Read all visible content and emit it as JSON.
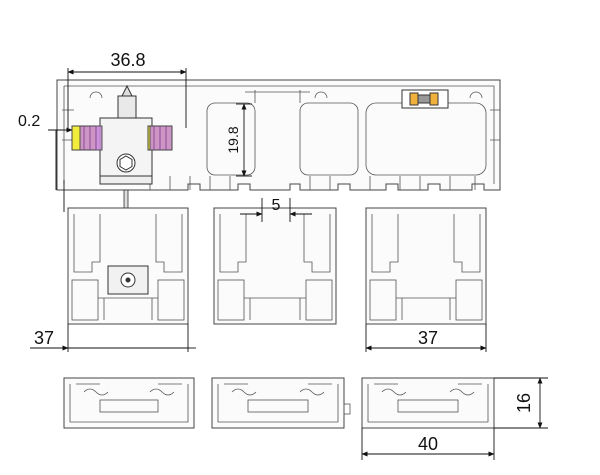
{
  "dimensions": {
    "top_width": "36.8",
    "gap": "0.2",
    "height": "19.8",
    "spacing": "5",
    "left_width": "37",
    "right_width": "37",
    "bottom_height": "16",
    "bottom_width": "40"
  },
  "colors": {
    "line": "#444444",
    "dimension": "#111111",
    "insert_yellow": "#f2ec3c",
    "insert_purple": "#c98bd6",
    "insert_orange": "#f0b23c",
    "background": "#ffffff"
  },
  "icons": [
    "roller-carriage-icon",
    "hex-bolt-icon",
    "insert-icon"
  ]
}
